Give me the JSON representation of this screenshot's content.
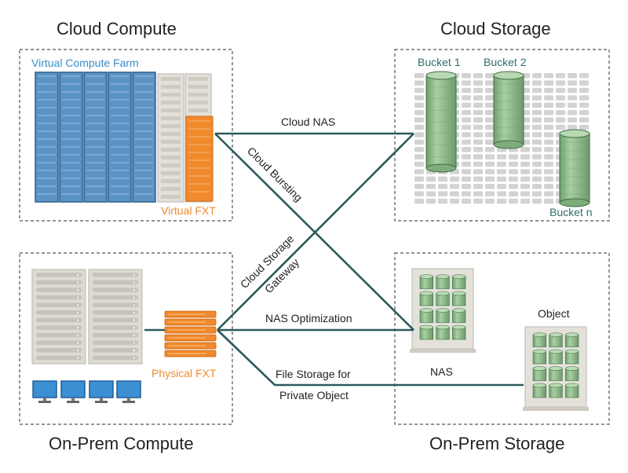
{
  "titles": {
    "cloud_compute": "Cloud Compute",
    "cloud_storage": "Cloud Storage",
    "onprem_compute": "On-Prem Compute",
    "onprem_storage": "On-Prem Storage"
  },
  "labels": {
    "virtual_compute_farm": "Virtual Compute Farm",
    "virtual_fxt": "Virtual FXT",
    "physical_fxt": "Physical FXT",
    "bucket_1": "Bucket 1",
    "bucket_2": "Bucket 2",
    "bucket_n": "Bucket n",
    "nas": "NAS",
    "object": "Object"
  },
  "connections": {
    "cloud_nas": "Cloud NAS",
    "cloud_bursting": "Cloud Bursting",
    "cloud_storage_gateway_1": "Cloud Storage",
    "cloud_storage_gateway_2": "Gateway",
    "nas_optimization": "NAS Optimization",
    "file_storage_1": "File Storage for",
    "file_storage_2": "Private Object"
  },
  "colors": {
    "compute_blue": "#5b93c4",
    "compute_blue_dark": "#2f5f8c",
    "fxt_orange": "#f08a2c",
    "bucket_green": "#8dbb8a",
    "bucket_green_dark": "#3f6e41",
    "line_teal": "#2b5a5c",
    "label_blue": "#3b8ec6",
    "label_teal": "#2d6f6d",
    "grey_block": "#cfcfcf"
  }
}
